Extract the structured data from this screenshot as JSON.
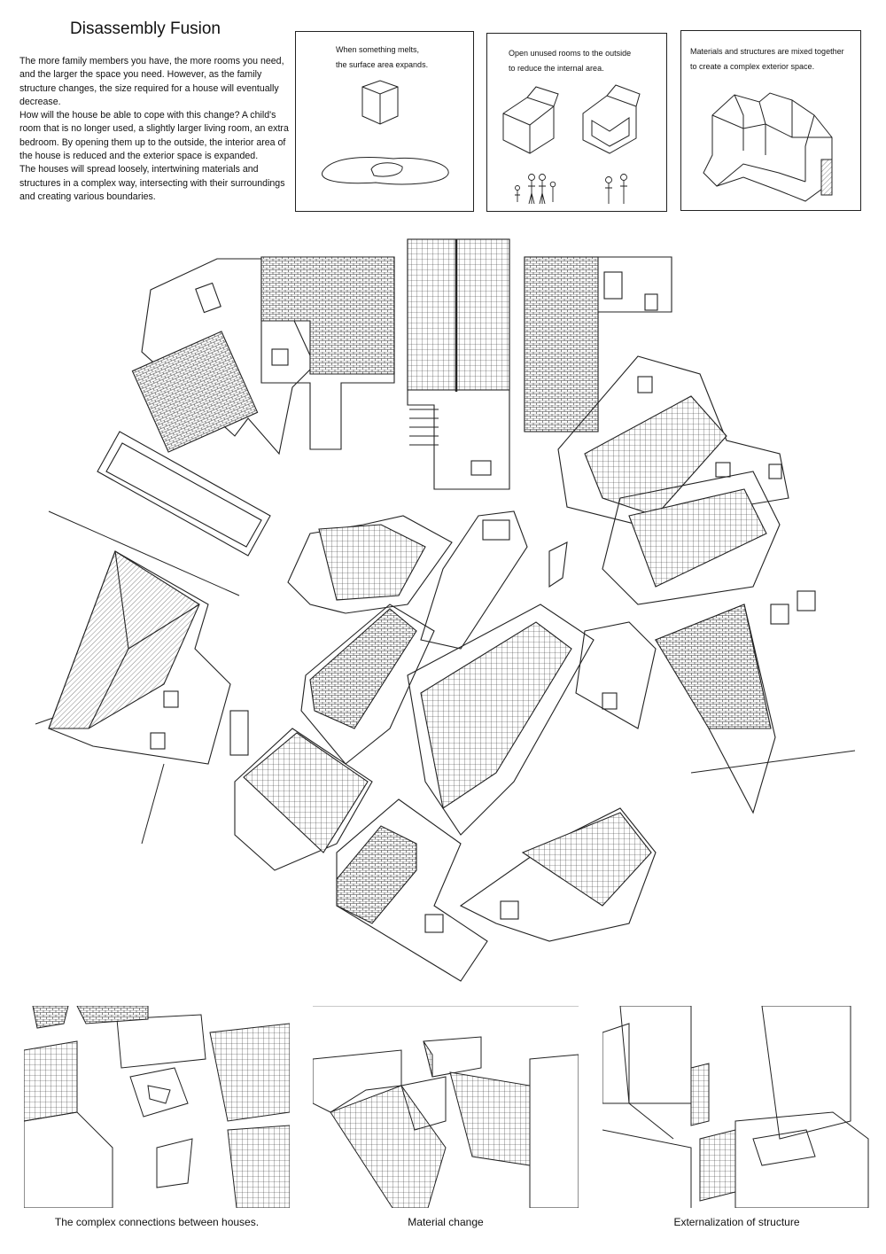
{
  "title": "Disassembly Fusion",
  "intro": [
    "The more family members you have, the more rooms you need, and the larger the space you need. However, as the family structure changes, the size required for a house will eventually decrease.",
    "How will the house be able to cope with this change? A child's room that is no longer used, a slightly larger living room, an extra bedroom. By opening them up to the outside, the interior area of the house is reduced and the exterior space is expanded.",
    "The houses will spread loosely, intertwining materials and structures in a complex way, intersecting with their surroundings and creating various boundaries."
  ],
  "concepts": [
    {
      "line1": "When something melts,",
      "line2": "the surface area expands."
    },
    {
      "line1": "Open unused rooms to the outside",
      "line2": "to reduce the internal area."
    },
    {
      "line1": "Materials and structures are mixed together",
      "line2": "to create a complex exterior space."
    }
  ],
  "perspectives": [
    {
      "caption": "The complex connections between houses."
    },
    {
      "caption": "Material change"
    },
    {
      "caption": "Externalization of structure"
    }
  ]
}
